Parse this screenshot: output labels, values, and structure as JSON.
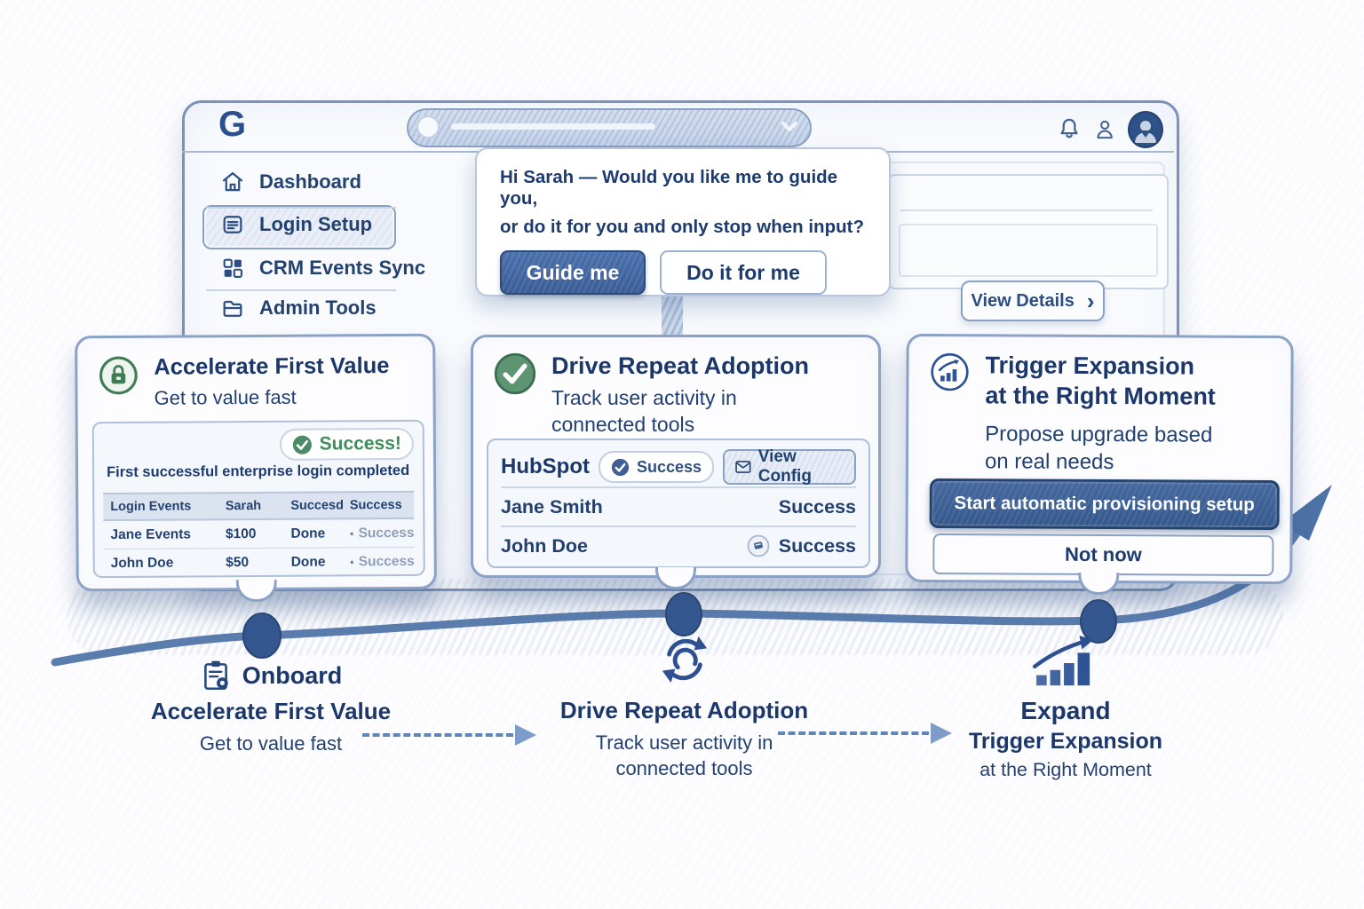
{
  "colors": {
    "navy_text": "#1f3a70",
    "accent_blue": "#2f5496",
    "button_blue": "#3c639e",
    "success_green": "#3f7d55",
    "success_green_text": "#3e8e5a",
    "sketch_border": "#8ba2c6"
  },
  "topbar": {
    "logo": "G"
  },
  "sidebar": {
    "items": [
      {
        "label": "Dashboard",
        "selected": false
      },
      {
        "label": "Login Setup",
        "selected": true
      },
      {
        "label": "CRM Events Sync",
        "selected": false
      },
      {
        "label": "Admin Tools",
        "selected": false
      }
    ]
  },
  "assistant": {
    "line1": "Hi Sarah — Would you like me to guide you,",
    "line2": "or do it for you and only stop when input?",
    "guide_button": "Guide me",
    "do_button": "Do it for me"
  },
  "main": {
    "view_details": "View Details",
    "view_details_chevron": "›"
  },
  "cards": [
    {
      "title": "Accelerate First Value",
      "subtitle": "Get to value fast",
      "badge": "Success!",
      "event_text": "First successful enterprise login completed",
      "table": {
        "headers": [
          "Login Events",
          "Sarah",
          "Succesd",
          "Success"
        ],
        "rows": [
          {
            "name": "Jane Events",
            "amount": "$100",
            "state": "Done",
            "status": "Success"
          },
          {
            "name": "John Doe",
            "amount": "$50",
            "state": "Done",
            "status": "Success"
          }
        ]
      }
    },
    {
      "title": "Drive Repeat Adoption",
      "subtitle_line1": "Track user activity in",
      "subtitle_line2": "connected tools",
      "integration": "HubSpot",
      "status_badge": "Success",
      "config_button": "View Config",
      "rows": [
        {
          "name": "Jane Smith",
          "status": "Success"
        },
        {
          "name": "John Doe",
          "status": "Success"
        }
      ]
    },
    {
      "title_line1": "Trigger Expansion",
      "title_line2": "at the Right Moment",
      "subtitle_line1": "Propose upgrade based",
      "subtitle_line2": "on real needs",
      "primary_button": "Start automatic provisioning setup",
      "secondary_button": "Not now"
    }
  ],
  "timeline": {
    "stages": [
      {
        "heading": "Onboard",
        "title": "Accelerate First Value",
        "subtitle": "Get to value fast"
      },
      {
        "title": "Drive Repeat Adoption",
        "subtitle_line1": "Track user activity in",
        "subtitle_line2": "connected tools"
      },
      {
        "heading": "Expand",
        "title": "Trigger Expansion",
        "subtitle": "at the Right Moment"
      }
    ]
  }
}
